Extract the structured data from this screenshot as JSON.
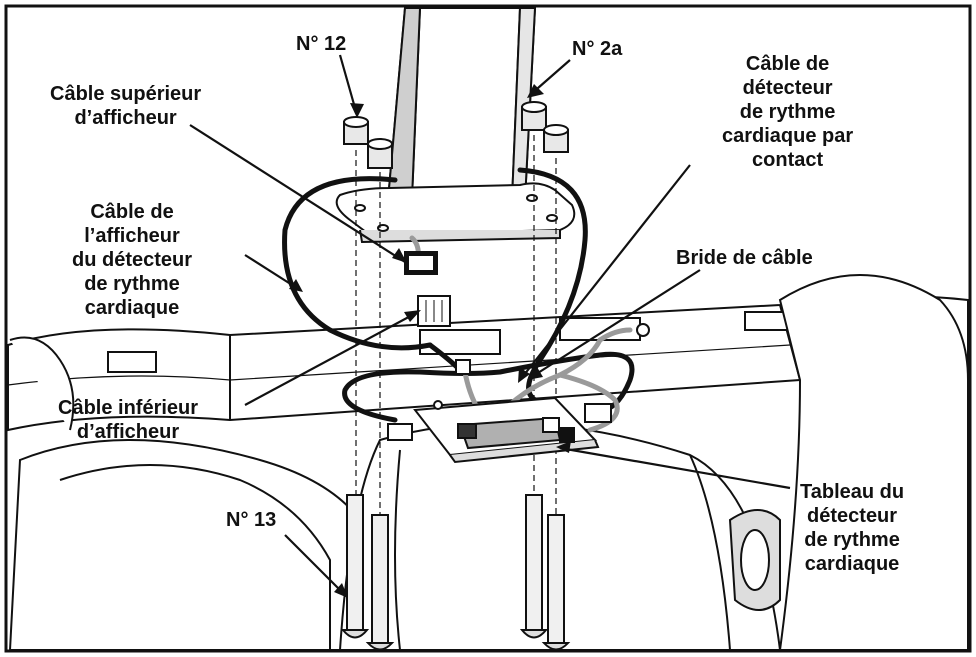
{
  "labels": {
    "part_12": "N° 12",
    "part_2a": "N° 2a",
    "part_13": "N° 13",
    "upper_console_cable": [
      "Câble supérieur",
      "d’afficheur"
    ],
    "contact_hr_cable": [
      "Câble de",
      "détecteur",
      "de rythme",
      "cardiaque par",
      "contact"
    ],
    "console_hr_cable": [
      "Câble de",
      "l’afficheur",
      "du détecteur",
      "de rythme",
      "cardiaque"
    ],
    "cable_clamp": "Bride de câble",
    "lower_console_cable": [
      "Câble inférieur",
      "d’afficheur"
    ],
    "hr_board": [
      "Tableau du",
      "détecteur",
      "de rythme",
      "cardiaque"
    ]
  },
  "colors": {
    "line": "#111111",
    "gray_cable": "#9a9a9a",
    "shade": "#d8d8d8",
    "board": "#b0b0b0"
  }
}
